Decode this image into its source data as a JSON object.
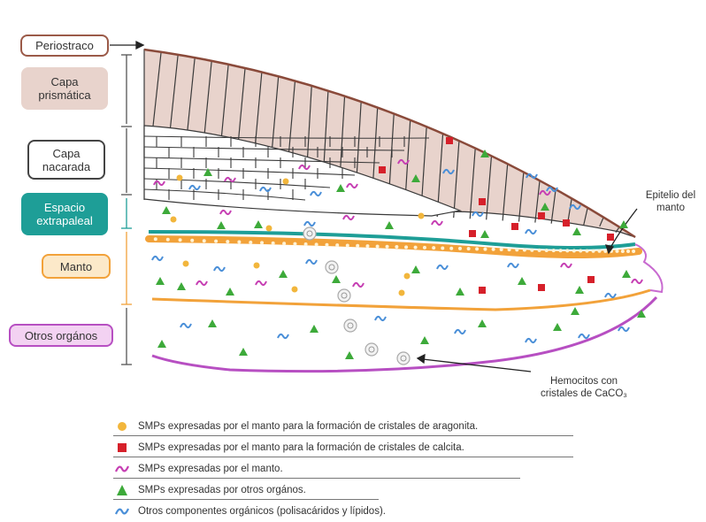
{
  "labels": {
    "periostraco": "Periostraco",
    "capa_prismatica": "Capa\nprismática",
    "capa_nacarada": "Capa\nnacarada",
    "espacio_extrapaleal": "Espacio\nextrapaleal",
    "manto": "Manto",
    "otros_organos": "Otros orgános"
  },
  "callouts": {
    "epitelio": "Epitelio del\nmanto",
    "hemocitos": "Hemocitos con\ncristales de CaCO₃"
  },
  "legend": [
    {
      "icon": "orange-circle-icon",
      "color": "#f2b63c",
      "text": "SMPs expresadas por el manto para la formación de cristales de aragonita."
    },
    {
      "icon": "red-square-icon",
      "color": "#d6202a",
      "text": "SMPs expresadas por el manto para la formación de cristales de calcita."
    },
    {
      "icon": "magenta-squiggle-icon",
      "color": "#c63fb3",
      "text": "SMPs expresadas por el manto."
    },
    {
      "icon": "green-triangle-icon",
      "color": "#3daa3a",
      "text": "SMPs expresadas por otros orgános."
    },
    {
      "icon": "blue-squiggle-icon",
      "color": "#4a8fd8",
      "text": "Otros componentes orgánicos (polisacáridos y lípidos)."
    }
  ],
  "colors": {
    "prism_fill": "#e8d3cc",
    "periostraco_border": "#9b5a48",
    "teal": "#1e9e97",
    "orange": "#f2a23a",
    "purple": "#c86ad0",
    "red": "#d6202a",
    "green": "#3daa3a",
    "blue": "#4a8fd8",
    "magenta": "#c63fb3"
  }
}
